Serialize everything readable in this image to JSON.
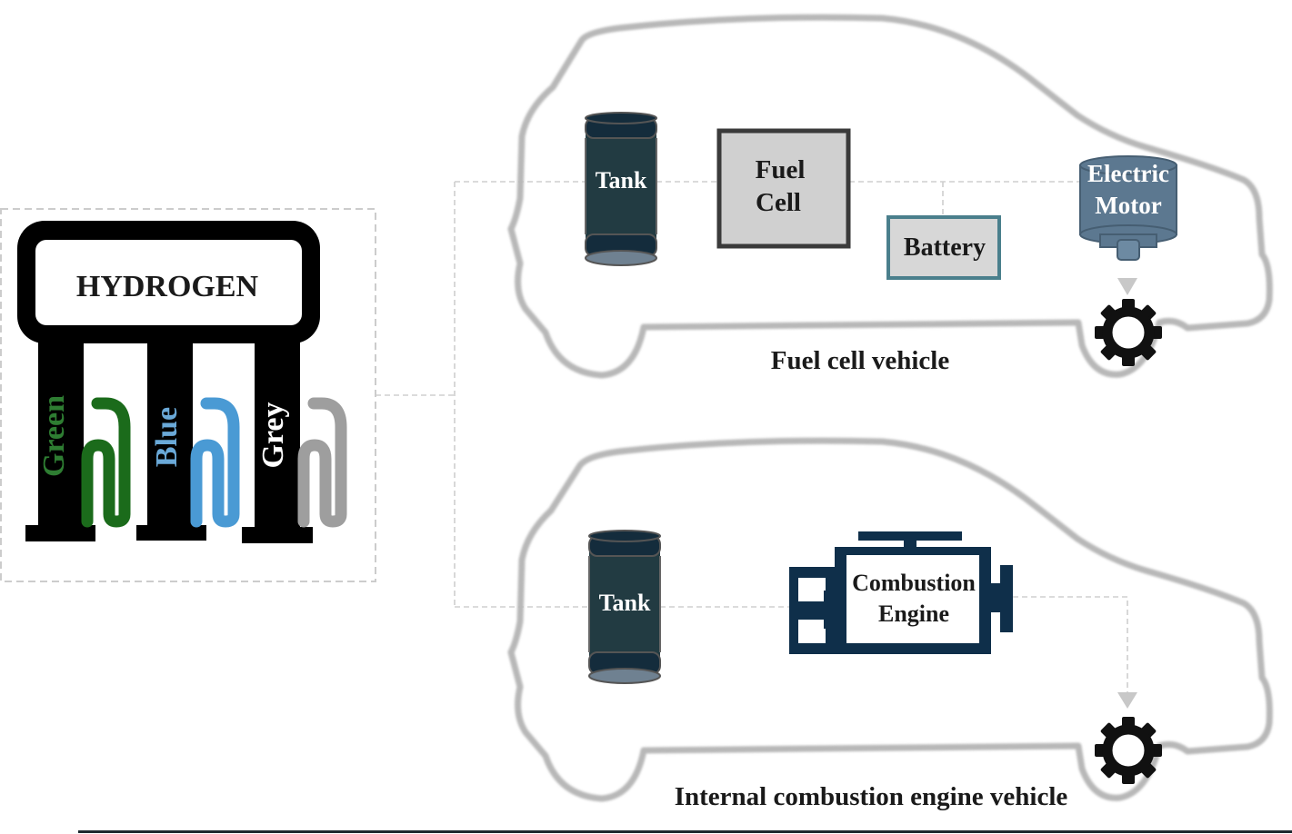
{
  "hydrogen": {
    "title": "HYDROGEN",
    "types": [
      {
        "label": "Green",
        "color": "#2e7d32",
        "hose_color": "#1b6b1b"
      },
      {
        "label": "Blue",
        "color": "#6aa9d8",
        "hose_color": "#4a9ad4"
      },
      {
        "label": "Grey",
        "color": "#ffffff",
        "hose_color": "#9e9e9e"
      }
    ]
  },
  "fuel_cell_vehicle": {
    "caption": "Fuel cell vehicle",
    "tank_label": "Tank",
    "fuel_cell_label_line1": "Fuel",
    "fuel_cell_label_line2": "Cell",
    "battery_label": "Battery",
    "motor_label_line1": "Electric",
    "motor_label_line2": "Motor"
  },
  "ice_vehicle": {
    "caption": "Internal combustion engine vehicle",
    "tank_label": "Tank",
    "engine_label_line1": "Combustion",
    "engine_label_line2": "Engine"
  },
  "colors": {
    "tank_body": "#223b42",
    "tank_cap": "#142c3c",
    "engine": "#0f2f4a",
    "motor": "#5c7890",
    "battery_border": "#4a7f8c",
    "fuel_cell_fill": "#d0d0d0",
    "car_outline": "#b0b0b0"
  }
}
